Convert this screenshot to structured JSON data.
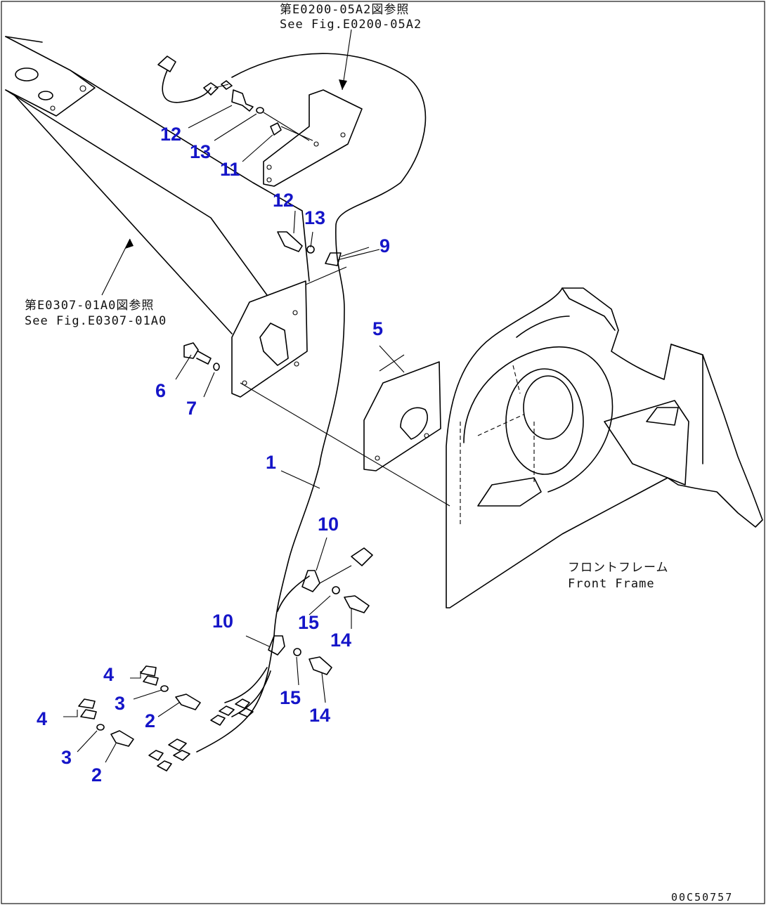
{
  "references": {
    "top_jp": "第E0200-05A2図参照",
    "top_en": "See Fig.E0200-05A2",
    "left_jp": "第E0307-01A0図参照",
    "left_en": "See Fig.E0307-01A0"
  },
  "frame_label": {
    "jp": "フロントフレーム",
    "en": "Front Frame"
  },
  "callouts": {
    "c1": "1",
    "c2a": "2",
    "c2b": "2",
    "c3a": "3",
    "c3b": "3",
    "c4a": "4",
    "c4b": "4",
    "c5": "5",
    "c6": "6",
    "c7": "7",
    "c9": "9",
    "c10a": "10",
    "c10b": "10",
    "c11": "11",
    "c12a": "12",
    "c12b": "12",
    "c13a": "13",
    "c13b": "13",
    "c14a": "14",
    "c14b": "14",
    "c15a": "15",
    "c15b": "15"
  },
  "drawing_code": "00C50757",
  "colors": {
    "callout": "#1515c8",
    "linework": "#000000"
  }
}
